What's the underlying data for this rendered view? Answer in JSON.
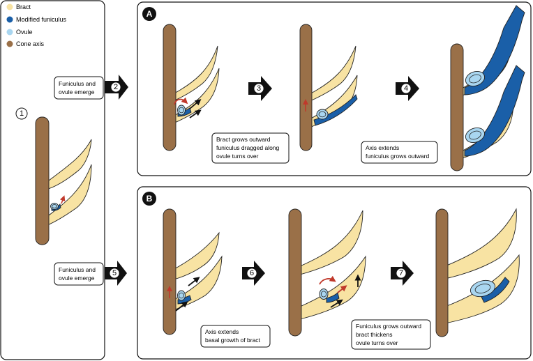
{
  "legend": [
    {
      "label": "Bract",
      "color": "#f8e3a3"
    },
    {
      "label": "Modified funiculus",
      "color": "#1a5fa8"
    },
    {
      "label": "Ovule",
      "color": "#a9d6f0"
    },
    {
      "label": "Cone axis",
      "color": "#9a7048"
    }
  ],
  "colors": {
    "bract": "#f8e3a3",
    "funiculus": "#1a5fa8",
    "ovule": "#a9d6f0",
    "axis": "#9a7048",
    "arrow_red": "#c0392b"
  },
  "panels": {
    "a_label": "A",
    "b_label": "B"
  },
  "steps": {
    "s1": "1",
    "s2": "2",
    "s3": "3",
    "s4": "4",
    "s5": "5",
    "s6": "6",
    "s7": "7"
  },
  "captions": {
    "c2": [
      "Funiculus and",
      "ovule emerge"
    ],
    "c3": [
      "Bract grows outward",
      "funiculus dragged along",
      "ovule turns over"
    ],
    "c4": [
      "Axis extends",
      "funiculus grows outward"
    ],
    "c5": [
      "Funiculus and",
      "ovule emerge"
    ],
    "c6": [
      "Axis extends",
      "basal growth of bract"
    ],
    "c7": [
      "Funiculus grows outward",
      "bract thickens",
      "ovule turns over"
    ]
  }
}
